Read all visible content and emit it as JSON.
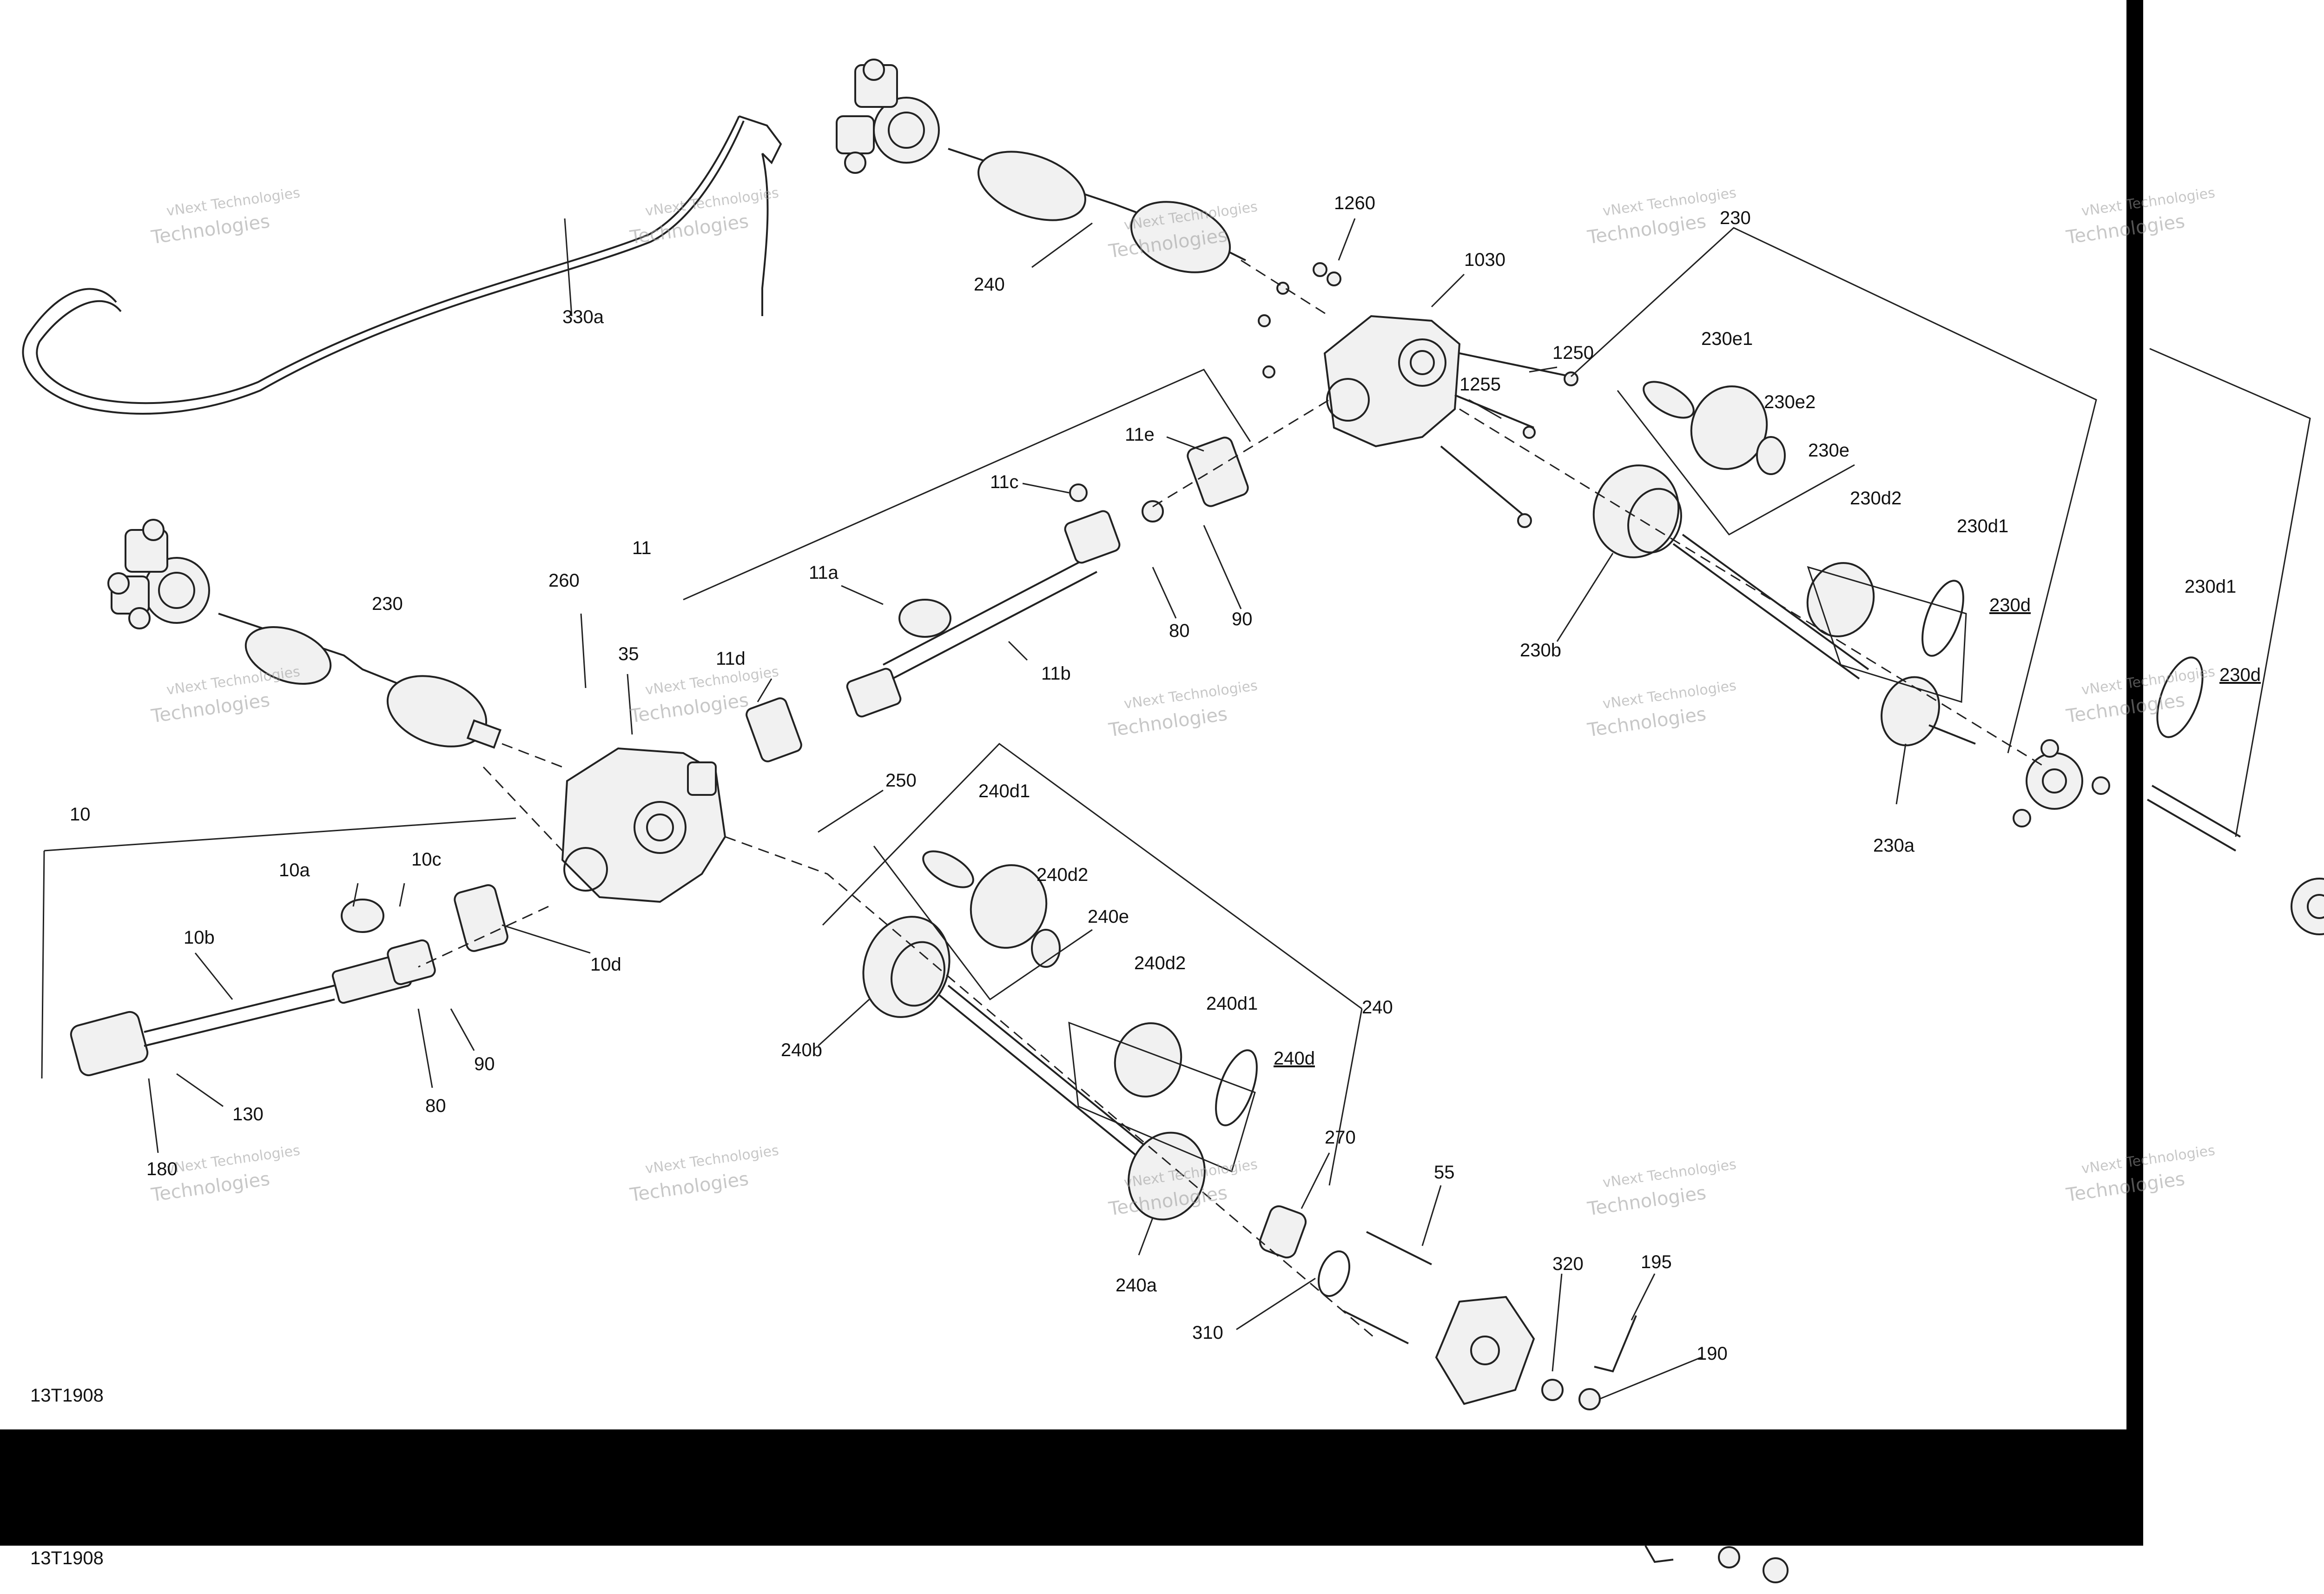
{
  "drawing_id": "13T1908",
  "drawing_id_repeat": "13T1908",
  "watermark": {
    "line1": "vNext Technologies",
    "line2": "Technologies",
    "color": "#9a9a9a"
  },
  "callouts": {
    "c10": "10",
    "c10a": "10a",
    "c10b": "10b",
    "c10c": "10c",
    "c10d": "10d",
    "c11": "11",
    "c11a": "11a",
    "c11b": "11b",
    "c11c": "11c",
    "c11d": "11d",
    "c11e": "11e",
    "c35": "35",
    "c55": "55",
    "c80a": "80",
    "c80b": "80",
    "c90a": "90",
    "c90b": "90",
    "c130": "130",
    "c180": "180",
    "c190": "190",
    "c195": "195",
    "c230": "230",
    "c230a": "230a",
    "c230b": "230b",
    "c230top": "230",
    "c230d": "230d",
    "c230d1": "230d1",
    "c230d2": "230d2",
    "c230e": "230e",
    "c230e1": "230e1",
    "c230e2": "230e2",
    "c230d_r": "230d",
    "c230d1_r": "230d1",
    "c240": "240",
    "c240a": "240a",
    "c240b": "240b",
    "c240r": "240",
    "c240d": "240d",
    "c240d1": "240d1",
    "c240d2": "240d2",
    "c240d1b": "240d1",
    "c240d2b": "240d2",
    "c240e": "240e",
    "c250": "250",
    "c260": "260",
    "c270": "270",
    "c310": "310",
    "c320": "320",
    "c330a": "330a",
    "c1030": "1030",
    "c1250": "1250",
    "c1255": "1255",
    "c1260": "1260"
  }
}
